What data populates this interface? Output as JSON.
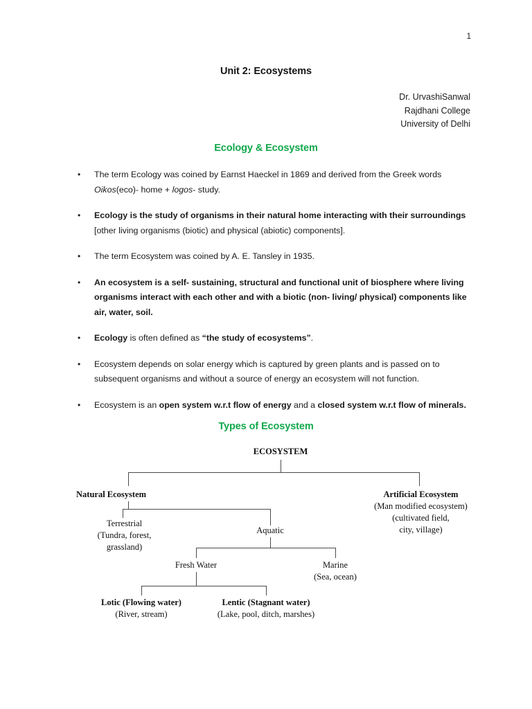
{
  "page": {
    "number": "1",
    "title": "Unit 2: Ecosystems"
  },
  "author": {
    "name": "Dr. UrvashiSanwal",
    "college": "Rajdhani College",
    "university": "University of Delhi"
  },
  "sections": {
    "ecology_heading": "Ecology & Ecosystem",
    "types_heading": "Types of Ecosystem"
  },
  "bullets": [
    {
      "id": "bullet-ecology-origin",
      "marker": "•",
      "parts": [
        {
          "text": "The term Ecology was coined by Earnst Haeckel in 1869 and derived from the Greek words ",
          "style": "normal"
        },
        {
          "text": "Oikos",
          "style": "italic"
        },
        {
          "text": "(eco)- home + ",
          "style": "normal"
        },
        {
          "text": "logos",
          "style": "italic"
        },
        {
          "text": "- study.",
          "style": "normal"
        }
      ]
    },
    {
      "id": "bullet-ecology-definition",
      "marker": "•",
      "parts": [
        {
          "text": "Ecology is the study of organisms in their natural home interacting with their surroundings ",
          "style": "bold"
        },
        {
          "text": "[other living organisms (biotic) and physical (abiotic) components].",
          "style": "normal"
        }
      ]
    },
    {
      "id": "bullet-ecosystem-term",
      "marker": "•",
      "parts": [
        {
          "text": "The term Ecosystem was coined by A. E. Tansley in 1935.",
          "style": "normal"
        }
      ]
    },
    {
      "id": "bullet-ecosystem-definition",
      "marker": "•",
      "parts": [
        {
          "text": "An ecosystem is a self- sustaining, structural and functional unit of biosphere where living organisms interact with each other and with a biotic (non- living/ physical) components like air, water, soil.",
          "style": "bold"
        }
      ]
    },
    {
      "id": "bullet-ecology-study",
      "marker": "•",
      "parts": [
        {
          "text": "Ecology",
          "style": "bold"
        },
        {
          "text": " is often defined as ",
          "style": "normal"
        },
        {
          "text": "“the study of ecosystems”",
          "style": "bold"
        },
        {
          "text": ".",
          "style": "normal"
        }
      ]
    },
    {
      "id": "bullet-solar-energy",
      "marker": "•",
      "parts": [
        {
          "text": "Ecosystem depends on solar energy which is captured by green plants and is passed on to subsequent organisms and without a source of energy an ecosystem will not function.",
          "style": "normal"
        }
      ]
    },
    {
      "id": "bullet-open-closed-system",
      "marker": "•",
      "parts": [
        {
          "text": "Ecosystem is an ",
          "style": "normal"
        },
        {
          "text": "open system w.r.t  flow of energy",
          "style": "bold"
        },
        {
          "text": " and a ",
          "style": "normal"
        },
        {
          "text": "closed system w.r.t  flow of minerals.",
          "style": "bold"
        }
      ]
    }
  ],
  "diagram": {
    "type": "hierarchy-tree",
    "nodes": {
      "root": {
        "label": "ECOSYSTEM",
        "sub": []
      },
      "natural": {
        "label": "Natural Ecosystem",
        "sub": []
      },
      "artificial": {
        "label": "Artificial Ecosystem",
        "sub": [
          "(Man modified ecosystem)",
          "(cultivated field,",
          "city, village)"
        ]
      },
      "terrestrial": {
        "label": "Terrestrial",
        "sub": [
          "(Tundra, forest,",
          "grassland)"
        ]
      },
      "aquatic": {
        "label": "Aquatic",
        "sub": []
      },
      "fresh_water": {
        "label": "Fresh Water",
        "sub": []
      },
      "marine": {
        "label": "Marine",
        "sub": [
          "(Sea, ocean)"
        ]
      },
      "lotic": {
        "label": "Lotic (Flowing water)",
        "sub": [
          "(River, stream)"
        ]
      },
      "lentic": {
        "label": "Lentic (Stagnant water)",
        "sub": [
          "(Lake, pool, ditch, marshes)"
        ]
      }
    }
  },
  "colors": {
    "heading_green": "#12a84c",
    "text_black": "#1a1a1a",
    "line_gray": "#4a4a4a"
  }
}
